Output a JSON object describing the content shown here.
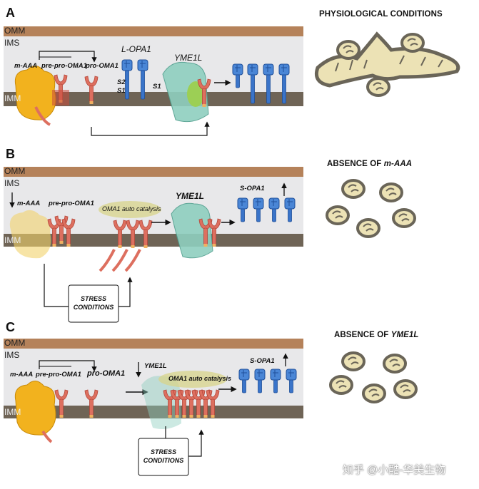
{
  "panels": [
    {
      "letter": "A",
      "heading": "PHYSIOLOGICAL CONDITIONS",
      "labels": {
        "omm": "OMM",
        "ims": "IMS",
        "imm": "IMM",
        "maaa": "m-AAA",
        "pre": "pre-pro-OMA1",
        "pro": "pro-OMA1",
        "lopa": "L-OPA1",
        "yme": "YME1L",
        "s2": "S2",
        "s1a": "S1",
        "s1b": "S1"
      }
    },
    {
      "letter": "B",
      "heading_prefix": "ABSENCE OF ",
      "heading_italic": "m-AAA",
      "labels": {
        "omm": "OMM",
        "ims": "IMS",
        "imm": "IMM",
        "maaa": "m-AAA",
        "pre": "pre-pro-OMA1",
        "auto": "OMA1 auto catalysis",
        "yme": "YME1L",
        "sopa": "S-OPA1",
        "stress1": "STRESS",
        "stress2": "CONDITIONS"
      }
    },
    {
      "letter": "C",
      "heading_prefix": "ABSENCE OF ",
      "heading_italic": "YME1L",
      "labels": {
        "omm": "OMM",
        "ims": "IMS",
        "imm": "IMM",
        "maaa": "m-AAA",
        "pre": "pre-pro-OMA1",
        "pro": "pro-OMA1",
        "yme": "YME1L",
        "auto": "OMA1 auto catalysis",
        "sopa": "S-OPA1",
        "stress1": "STRESS",
        "stress2": "CONDITIONS"
      }
    }
  ],
  "watermark": "知乎 @小酷-华美生物",
  "colors": {
    "omm": "#b5825a",
    "ims": "#e8e8ea",
    "imm": "#6f6456",
    "opa1": "#3a74c9",
    "oma1": "#dd6f5f",
    "maaa": "#f2b21e",
    "yme1l": "#8fcfbf",
    "mito_fill": "#ece2b5",
    "mito_edge": "#6a6558"
  }
}
